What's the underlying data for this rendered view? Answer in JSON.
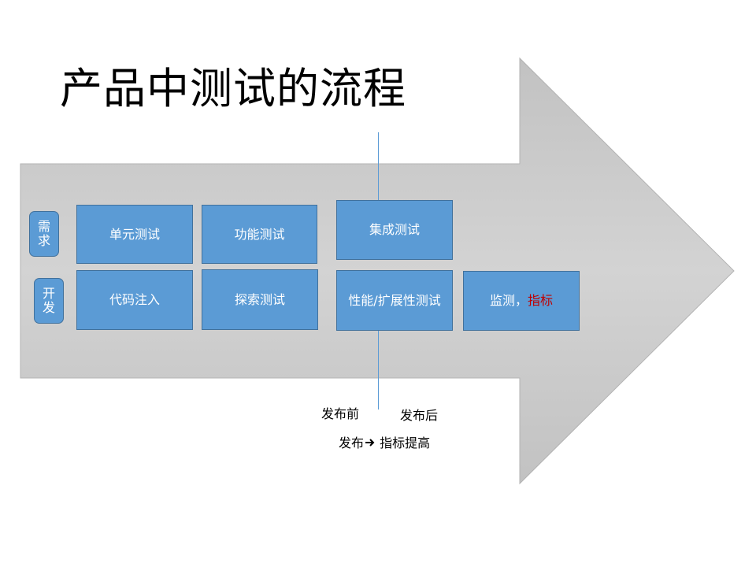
{
  "title": "产品中测试的流程",
  "side_labels": {
    "requirement": "需\n求",
    "development": "开\n发"
  },
  "boxes": {
    "unit_test": "单元测试",
    "functional_test": "功能测试",
    "integration_test": "集成测试",
    "code_injection": "代码注入",
    "exploratory_test": "探索测试",
    "performance_test": "性能/扩展性测试",
    "monitoring": "监测，",
    "monitoring_metrics": "指标"
  },
  "labels": {
    "before_release": "发布前",
    "after_release": "发布后",
    "release_flow": "发布",
    "metrics_improve": " 指标提高"
  },
  "colors": {
    "arrow_fill": "#cbcbcb",
    "box_fill": "#5b9bd5",
    "accent_text": "#c00000"
  }
}
